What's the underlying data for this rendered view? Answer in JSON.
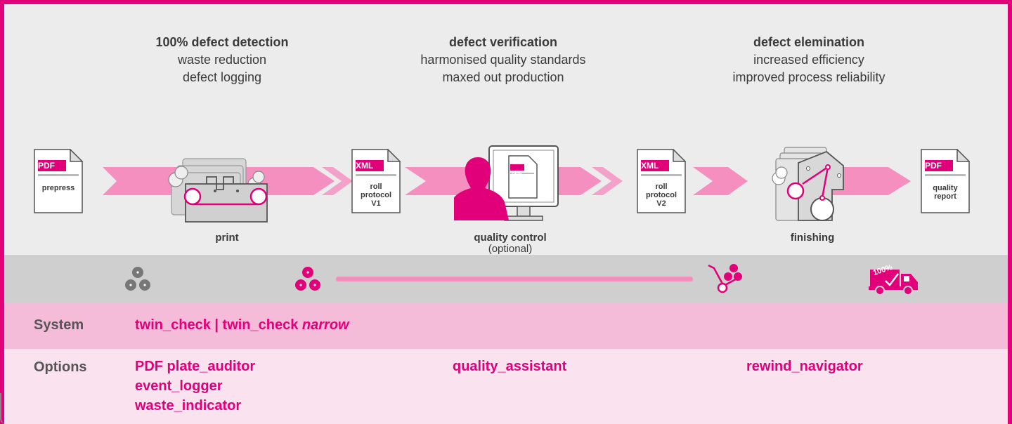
{
  "benefits": [
    {
      "head": "100% defect detection",
      "lines": [
        "waste reduction",
        "defect logging"
      ]
    },
    {
      "head": "defect verification",
      "lines": [
        "harmonised quality standards",
        "maxed out production"
      ]
    },
    {
      "head": "defect elemination",
      "lines": [
        "increased efficiency",
        "improved process reliability"
      ]
    }
  ],
  "documents": [
    {
      "tag": "PDF",
      "text": [
        "prepress"
      ]
    },
    {
      "tag": "XML",
      "text": [
        "roll",
        "protocol",
        "V1"
      ]
    },
    {
      "tag": "XML",
      "text": [
        "roll",
        "protocol",
        "V2"
      ]
    },
    {
      "tag": "PDF",
      "text": [
        "quality",
        "report"
      ]
    }
  ],
  "monitor_doc_tag": "XML",
  "stages": [
    {
      "label": "print",
      "sub": ""
    },
    {
      "label": "quality control",
      "sub": "(optional)"
    },
    {
      "label": "finishing",
      "sub": ""
    }
  ],
  "truck_badge": "100%",
  "rows": {
    "system": {
      "label": "System",
      "value_plain": "twin_check | twin_check ",
      "value_italic": "narrow"
    },
    "options": {
      "label": "Options",
      "col1": [
        "PDF plate_auditor",
        "event_logger",
        "waste_indicator"
      ],
      "col2": [
        "quality_assistant"
      ],
      "col3": [
        "rewind_navigator"
      ]
    }
  },
  "colors": {
    "accent": "#e2007a",
    "arrow": "#f48fc0",
    "gray_band": "#cfcfcf",
    "system_band": "#f4bcd9",
    "options_band": "#fbe2ef"
  }
}
